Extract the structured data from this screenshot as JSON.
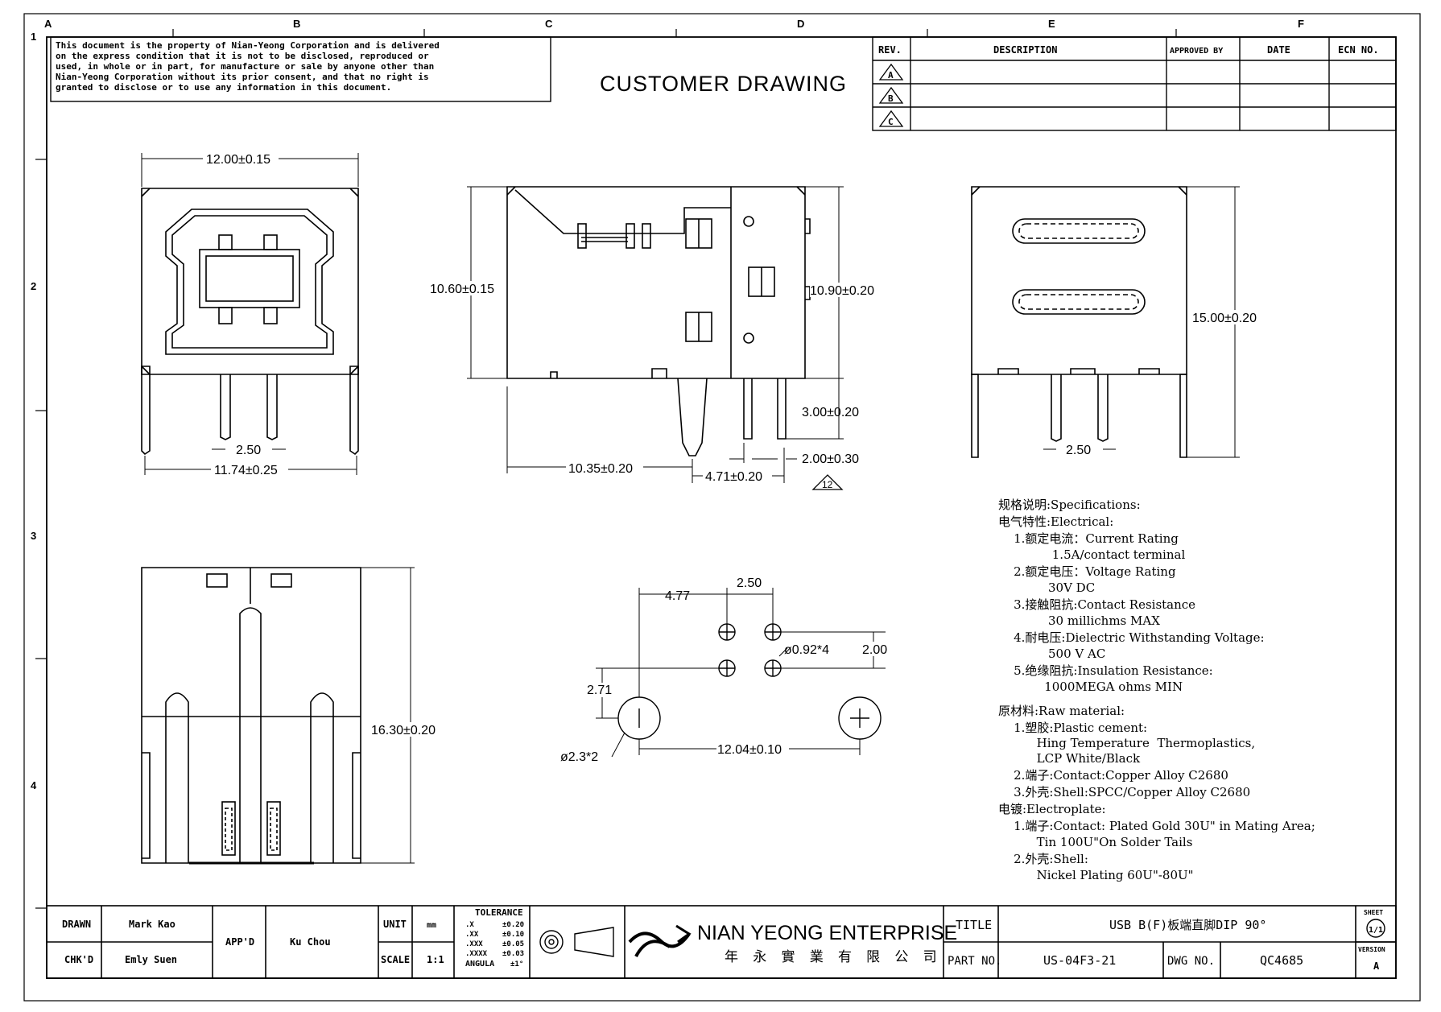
{
  "header": {
    "notice": [
      "This document is the property of Nian-Yeong Corporation and is delivered",
      "on  the  express condition that it is not to be disclosed, reproduced or",
      "used, in whole or in part, for manufacture or sale by anyone other than",
      "Nian-Yeong Corporation without  its prior consent, and that  no right  is",
      "granted to disclose or to use any information in this  document."
    ],
    "title": "CUSTOMER  DRAWING"
  },
  "grid": {
    "columns": [
      "A",
      "B",
      "C",
      "D",
      "E",
      "F"
    ],
    "rows": [
      "1",
      "2",
      "3",
      "4"
    ]
  },
  "revision_table": {
    "headers": [
      "REV.",
      "DESCRIPTION",
      "APPROVED BY",
      "DATE",
      "ECN NO."
    ],
    "rows": [
      "A",
      "B",
      "C"
    ]
  },
  "dimensions": {
    "front_width": "12.00±0.15",
    "front_pitch": "2.50",
    "front_span": "11.74±0.25",
    "side_height_left": "10.60±0.15",
    "side_height_right": "10.90±0.20",
    "side_pin_len": "3.00±0.20",
    "side_depth": "10.35±0.20",
    "side_pin_off": "4.71±0.20",
    "side_pin_w": "2.00±0.30",
    "side_mark": "12",
    "rear_height": "15.00±0.20",
    "rear_pitch": "2.50",
    "top_length": "16.30±0.20",
    "pcb_477": "4.77",
    "pcb_250": "2.50",
    "pcb_hole": "ø0.92*4",
    "pcb_200": "2.00",
    "pcb_271": "2.71",
    "pcb_big": "ø2.3*2",
    "pcb_span": "12.04±0.10"
  },
  "specs": [
    "规格说明:Specifications:",
    "电气特性:Electrical:",
    "    1.额定电流：Current Rating",
    "              1.5A/contact terminal",
    "    2.额定电压：Voltage Rating",
    "             30V DC",
    "    3.接触阻抗:Contact Resistance",
    "             30 millichms MAX",
    "    4.耐电压:Dielectric Withstanding Voltage:",
    "             500 V AC",
    "    5.绝缘阻抗:Insulation Resistance:",
    "            1000MEGA ohms MIN",
    "",
    "原材料:Raw material:",
    "    1.塑胶:Plastic cement:",
    "          Hing Temperature  Thermoplastics,",
    "          LCP White/Black",
    "    2.端子:Contact:Copper Alloy C2680",
    "    3.外壳:Shell:SPCC/Copper Alloy C2680",
    "电镀:Electroplate:",
    "    1.端子:Contact: Plated Gold 30U\" in Mating Area;",
    "          Tin 100U\"On Solder Tails",
    "    2.外壳:Shell:",
    "          Nickel Plating 60U\"-80U\""
  ],
  "title_block": {
    "drawn_label": "DRAWN",
    "drawn": "Mark Kao",
    "chkd_label": "CHK'D",
    "chkd": "Emly Suen",
    "appd_label": "APP'D",
    "appd": "Ku Chou",
    "unit_label": "UNIT",
    "unit": "mm",
    "scale_label": "SCALE",
    "scale": "1:1",
    "tolerance_label": "TOLERANCE",
    "tolerance": [
      [
        ".X",
        "±0.20"
      ],
      [
        ".XX",
        "±0.10"
      ],
      [
        ".XXX",
        "±0.05"
      ],
      [
        ".XXXX",
        "±0.03"
      ]
    ],
    "angular_label": "ANGULA",
    "angular": "±1°",
    "company": "NIAN YEONG ENTERPRISE",
    "company_cn": "年 永 實 業 有 限 公 司",
    "title_label": "TITLE",
    "title": "USB B(F)板端直脚DIP 90°",
    "part_label": "PART NO.",
    "part_no": "US-04F3-21",
    "dwg_label": "DWG NO.",
    "dwg_no": "QC4685",
    "sheet_label": "SHEET",
    "sheet": "1/1",
    "version_label": "VERSION",
    "version": "A"
  }
}
